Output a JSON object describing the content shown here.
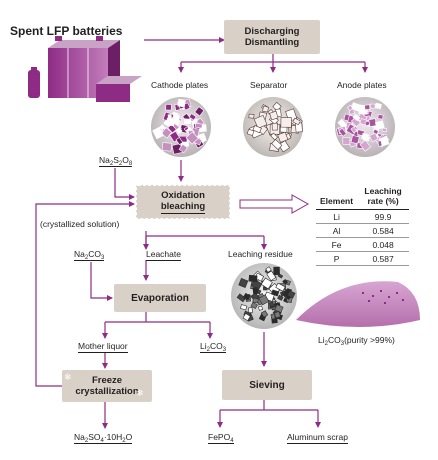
{
  "title": "Spent LFP batteries",
  "process": {
    "discharging": [
      "Discharging",
      "Dismantling"
    ],
    "cathode": "Cathode plates",
    "separator": "Separator",
    "anode": "Anode plates",
    "na2s2o8": {
      "main": "Na",
      "s1": "2",
      "mid": "S",
      "s2": "2",
      "end": "O",
      "s3": "8"
    },
    "oxidation": [
      "Oxidation",
      "bleaching"
    ],
    "crystallized": "(crystallized solution)",
    "na2co3": {
      "main": "Na",
      "s1": "2",
      "end": "CO",
      "s2": "3"
    },
    "leachate": "Leachate",
    "leaching_residue": "Leaching residue",
    "evaporation": "Evaporation",
    "mother_liquor": "Mother liquor",
    "li2co3": {
      "main": "Li",
      "s1": "2",
      "end": "CO",
      "s2": "3"
    },
    "freeze": [
      "Freeze",
      "crystallization"
    ],
    "na2so4": {
      "a": "Na",
      "s1": "2",
      "b": "SO",
      "s2": "4",
      "c": "·10H",
      "s3": "2",
      "d": "O"
    },
    "sieving": "Sieving",
    "fepo4": {
      "a": "FePO",
      "s1": "4"
    },
    "aluminum_scrap": "Aluminum scrap",
    "product": {
      "a": "Li",
      "s1": "2",
      "b": "CO",
      "s2": "3",
      "c": "(purity >99%)"
    }
  },
  "table": {
    "headers": [
      "Element",
      "Leaching rate (%)"
    ],
    "rows": [
      [
        "Li",
        "99.9"
      ],
      [
        "Al",
        "0.584"
      ],
      [
        "Fe",
        "0.048"
      ],
      [
        "P",
        "0.587"
      ]
    ]
  },
  "colors": {
    "purple": "#8e2c85",
    "light_purple": "#c58fc0",
    "box": "#d9d1c7"
  }
}
